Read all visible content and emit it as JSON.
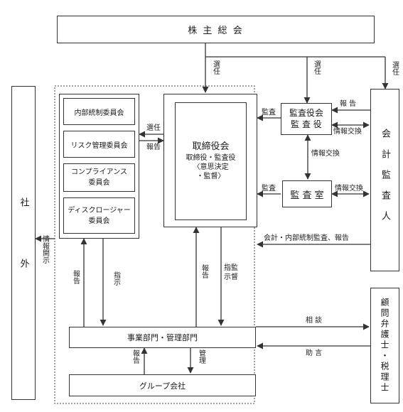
{
  "nodes": {
    "shareholders": "株 主 総 会",
    "external": "社　外",
    "board_title": "取締役会",
    "board_sub1": "取締役・監査役",
    "board_sub2": "〈意思決定",
    "board_sub3": "・監督〉",
    "committee_internal": "内部統制委員会",
    "committee_risk": "リスク管理委員会",
    "committee_compliance_1": "コンプライアンス",
    "committee_compliance_2": "委員会",
    "committee_disclosure_1": "ディスクロージャー",
    "committee_disclosure_2": "委員会",
    "audit_board_1": "監査役会",
    "audit_board_2": "監 査 役",
    "audit_office": "監 査 室",
    "accounting_auditor": "会計監査人",
    "business_dept": "事業部門・管理部門",
    "group_company": "グループ会社",
    "advisors": "顧問弁護士・税理士"
  },
  "edges": {
    "elect_1": "選任",
    "elect_2": "選任",
    "elect_3": "選任",
    "elect_committees": "選任",
    "report_committees": "報告",
    "audit_1": "監査",
    "audit_2": "監査",
    "report_auditor": "報 告",
    "info_exchange_1": "情報交換",
    "info_exchange_2": "情報交換",
    "info_exchange_3": "情報交換",
    "accounting_audit_report": "会計・内部統制監査、報告",
    "info_disclosure": "情報開示",
    "report_left": "報告",
    "instruct_left": "指示",
    "report_center": "報告",
    "instruct_supervise": "指監示督",
    "consult": "相 談",
    "advice": "助 言",
    "report_group": "報告",
    "manage": "管理"
  }
}
